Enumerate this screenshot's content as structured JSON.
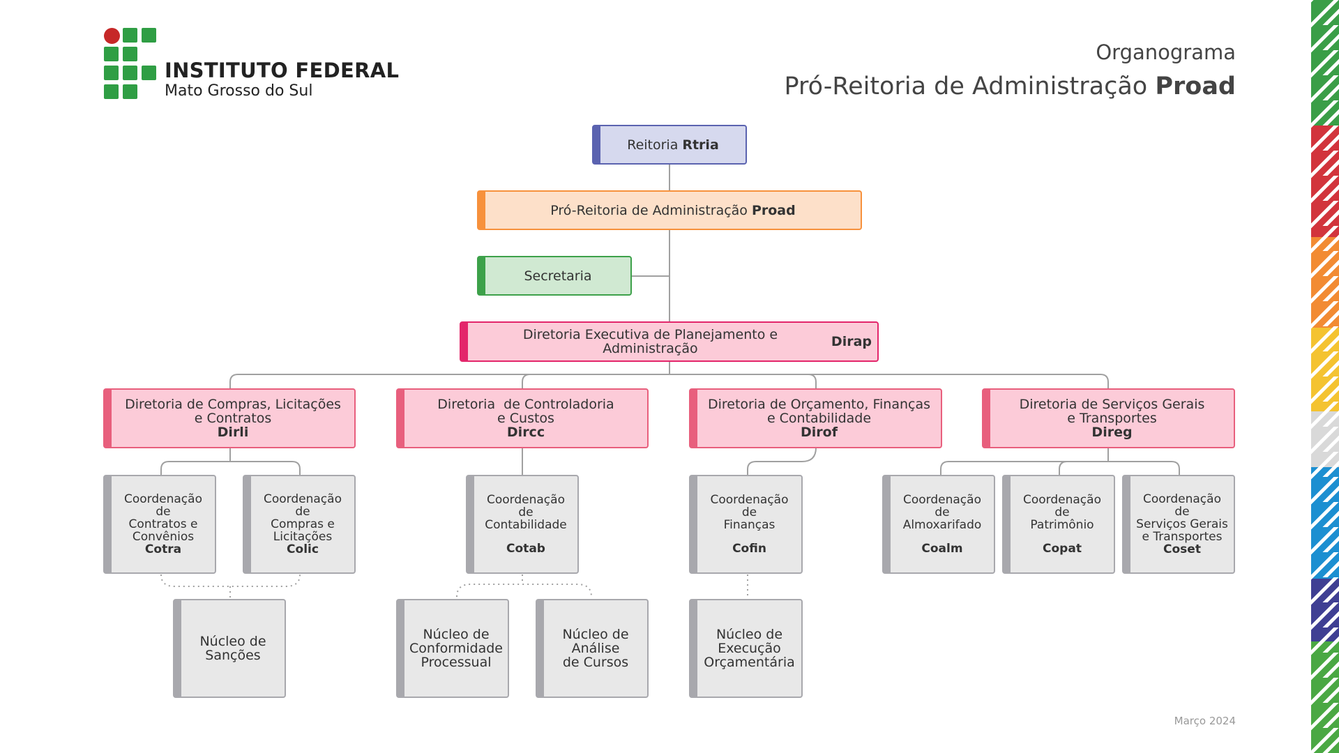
{
  "logo": {
    "line1": "INSTITUTO FEDERAL",
    "line2": "Mato Grosso do Sul"
  },
  "header": {
    "subtitle": "Organograma",
    "title": "Pró-Reitoria de Administração",
    "title_bold": "Proad"
  },
  "date": "Março 2024",
  "colors": {
    "reitoria": "#5b63b0",
    "proad": "#f7913c",
    "secretaria": "#3da14a",
    "dirap": "#e3266b",
    "diretoria": "#e85f7d",
    "coordenacao": "#a8a8ad"
  },
  "nodes": {
    "reitoria": {
      "name": "Reitoria",
      "abbr": "Rtria"
    },
    "proad": {
      "name": "Pró-Reitoria de Administração",
      "abbr": "Proad"
    },
    "secretaria": {
      "name": "Secretaria"
    },
    "dirap": {
      "name": "Diretoria Executiva de Planejamento e Administração",
      "abbr": "Dirap"
    },
    "dirli": {
      "line1": "Diretoria de Compras, Licitações",
      "line2": "e Contratos",
      "abbr": "Dirli"
    },
    "dircc": {
      "line1": "Diretoria  de Controladoria",
      "line2": "e Custos",
      "abbr": "Dircc"
    },
    "dirof": {
      "line1": "Diretoria de Orçamento, Finanças",
      "line2": "e Contabilidade",
      "abbr": "Dirof"
    },
    "direg": {
      "line1": "Diretoria de Serviços Gerais",
      "line2": "e Transportes",
      "abbr": "Direg"
    },
    "cotra": {
      "lines": [
        "Coordenação de",
        "Contratos e",
        "Convênios"
      ],
      "abbr": "Cotra"
    },
    "colic": {
      "lines": [
        "Coordenação de",
        "Compras e",
        "Licitações"
      ],
      "abbr": "Colic"
    },
    "cotab": {
      "lines": [
        "Coordenação de",
        "Contabilidade"
      ],
      "abbr": "Cotab"
    },
    "cofin": {
      "lines": [
        "Coordenação de",
        "Finanças"
      ],
      "abbr": "Cofin"
    },
    "coalm": {
      "lines": [
        "Coordenação de",
        "Almoxarifado"
      ],
      "abbr": "Coalm"
    },
    "copat": {
      "lines": [
        "Coordenação de",
        "Patrimônio"
      ],
      "abbr": "Copat"
    },
    "coset": {
      "lines": [
        "Coordenação de",
        "Serviços Gerais",
        "e Transportes"
      ],
      "abbr": "Coset"
    },
    "nucleo_sancoes": {
      "lines": [
        "Núcleo de",
        "Sanções"
      ]
    },
    "nucleo_conformidade": {
      "lines": [
        "Núcleo de",
        "Conformidade",
        "Processual"
      ]
    },
    "nucleo_cursos": {
      "lines": [
        "Núcleo de",
        "Análise",
        "de Cursos"
      ]
    },
    "nucleo_execucao": {
      "lines": [
        "Núcleo de",
        "Execução",
        "Orçamentária"
      ]
    }
  }
}
